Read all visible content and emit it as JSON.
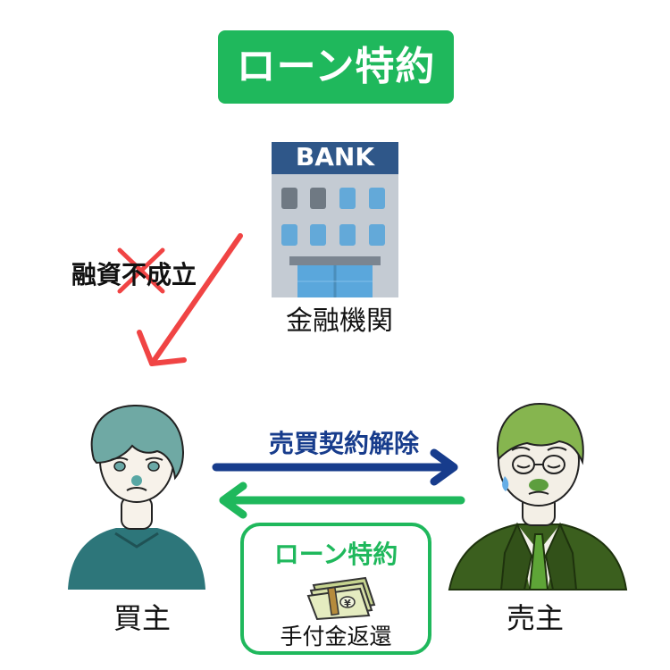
{
  "diagram": {
    "title": "ローン特約",
    "bank": {
      "sign": "BANK",
      "label": "金融機関"
    },
    "loan_result": {
      "label": "融資不成立"
    },
    "contract_cancel": {
      "label": "売買契約解除"
    },
    "buyer": {
      "label": "買主"
    },
    "seller": {
      "label": "売主"
    },
    "refund_box": {
      "title": "ローン特約",
      "money_symbol": "¥",
      "caption": "手付金返還"
    }
  }
}
